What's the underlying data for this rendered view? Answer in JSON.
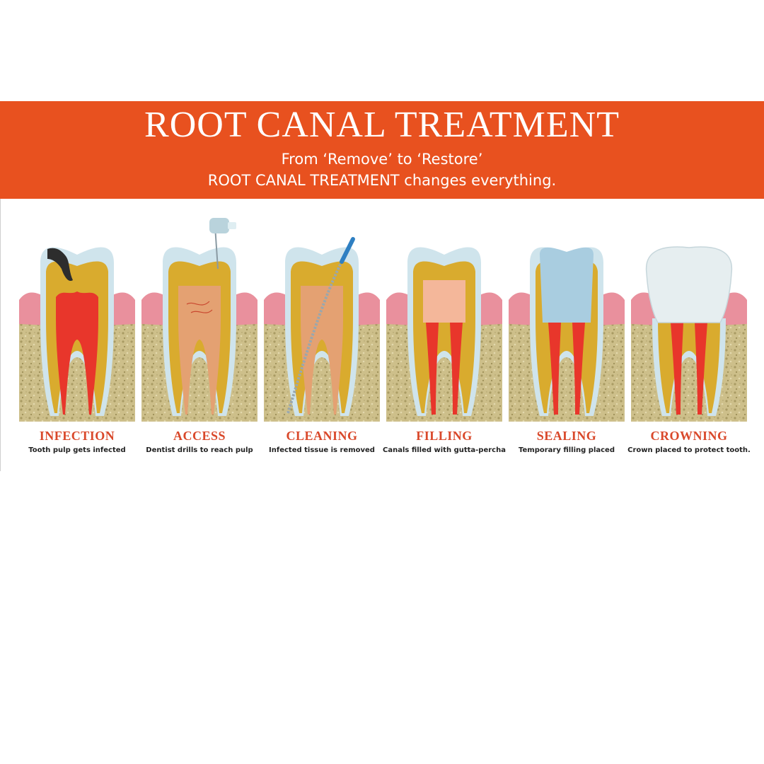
{
  "header": {
    "title": "ROOT CANAL TREATMENT",
    "subtitle_line1": "From ‘Remove’ to ‘Restore’",
    "subtitle_line2": "ROOT CANAL TREATMENT changes everything."
  },
  "colors": {
    "banner": "#e8511f",
    "step_name": "#d9482a",
    "bone": "#cdbf8a",
    "gum": "#e9909d",
    "dentin": "#d9ab2e",
    "enamel": "#cfe4ec",
    "pulp": "#e8362b"
  },
  "steps": [
    {
      "name": "INFECTION",
      "desc": "Tooth pulp gets infected"
    },
    {
      "name": "ACCESS",
      "desc": "Dentist drills to reach pulp"
    },
    {
      "name": "CLEANING",
      "desc": "Infected tissue is removed"
    },
    {
      "name": "FILLING",
      "desc": "Canals filled with gutta-percha"
    },
    {
      "name": "SEALING",
      "desc": "Temporary filling placed"
    },
    {
      "name": "CROWNING",
      "desc": "Crown placed to protect tooth."
    }
  ]
}
